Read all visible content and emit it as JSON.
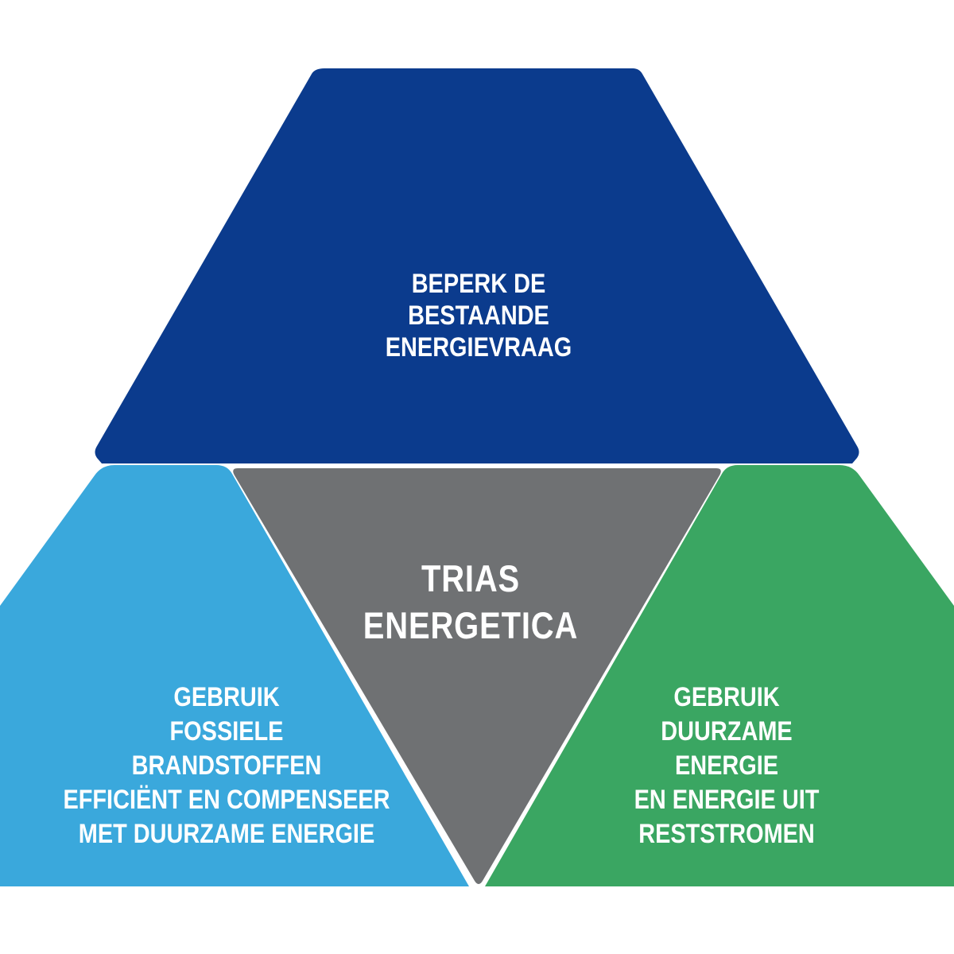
{
  "diagram": {
    "name": "Trias Energetica",
    "label_color": "#ffffff",
    "top": {
      "color": "#0b3b8d",
      "lines": [
        "BEPERK DE",
        "BESTAANDE",
        "ENERGIEVRAAG"
      ]
    },
    "center": {
      "color": "#6f7173",
      "lines": [
        "TRIAS",
        "ENERGETICA"
      ]
    },
    "left": {
      "color": "#3aa8dc",
      "lines": [
        "GEBRUIK",
        "FOSSIELE",
        "BRANDSTOFFEN",
        "EFFICIËNT EN COMPENSEER",
        "MET DUURZAME ENERGIE"
      ]
    },
    "right": {
      "color": "#3aa662",
      "lines": [
        "GEBRUIK",
        "DUURZAME",
        "ENERGIE",
        "EN ENERGIE UIT",
        "RESTSTROMEN"
      ]
    }
  }
}
